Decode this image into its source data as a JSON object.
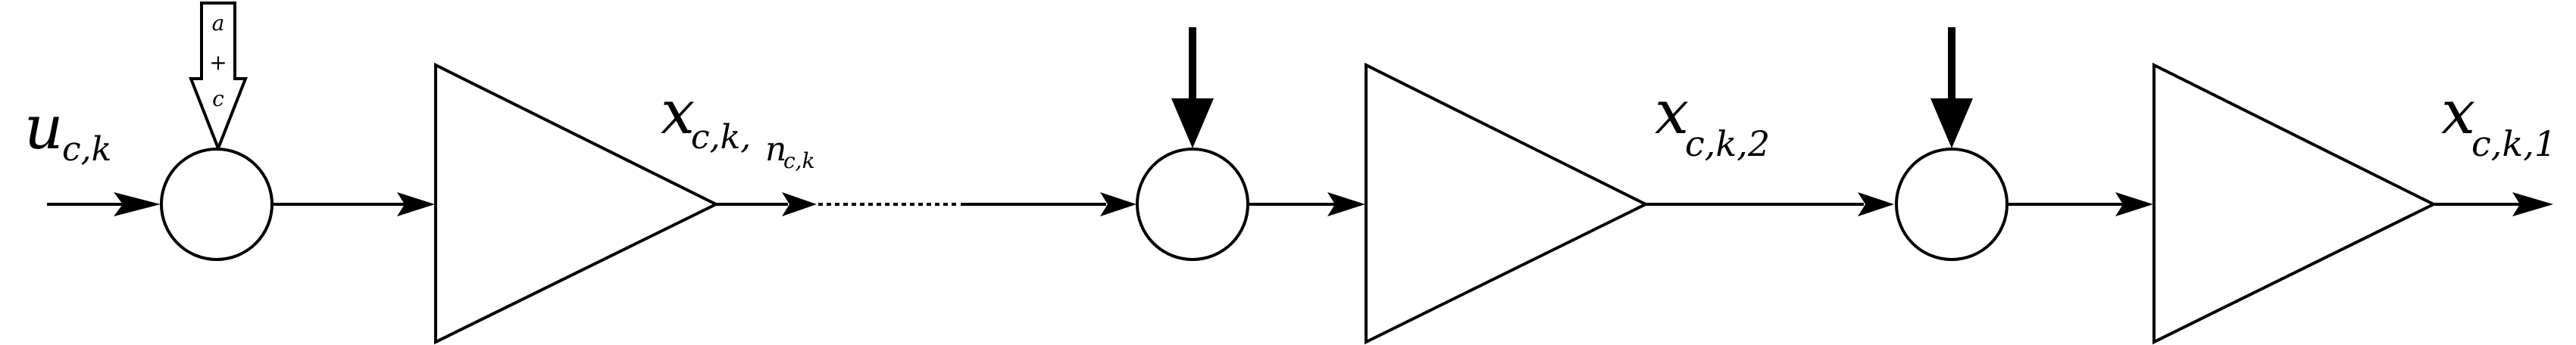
{
  "input_label": {
    "main": "u",
    "sub": "c,k"
  },
  "adder_inputs": {
    "top": "a",
    "middle": "+",
    "bottom": "c"
  },
  "state_labels": [
    {
      "main": "x",
      "sub": "c,k,",
      "subsub_main": "n",
      "subsub_sub": "c,k"
    },
    {
      "main": "x",
      "sub": "c,k,2"
    },
    {
      "main": "x",
      "sub": "c,k,1"
    }
  ]
}
